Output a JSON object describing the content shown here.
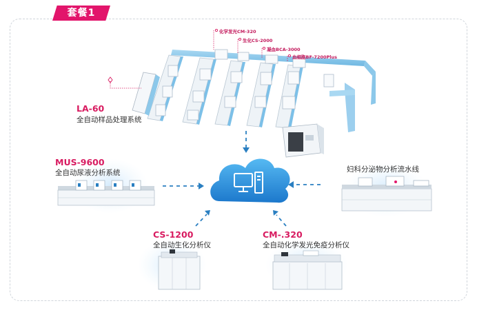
{
  "badge": {
    "label": "套餐1"
  },
  "analyzers": {
    "la60": {
      "model": "LA-60",
      "desc": "全自动样品处理系统"
    },
    "mus9600": {
      "model": "MUS-9600",
      "desc": "全自动尿液分析系统"
    },
    "gyn": {
      "desc": "妇科分泌物分析流水线"
    },
    "cs1200": {
      "model": "CS-1200",
      "desc": "全自动生化分析仪"
    },
    "cm320": {
      "model": "CM-.320",
      "desc": "全自动化学发光免疫分析仪"
    }
  },
  "callouts": [
    {
      "label": "化学发光CM-320"
    },
    {
      "label": "生化CS-2000"
    },
    {
      "label": "凝血BCA-3000"
    },
    {
      "label": "血细胞BF-7200Plus"
    }
  ],
  "colors": {
    "accent": "#e2156b",
    "arrow": "#2a7fc1",
    "cloud_top": "#4fb3f0",
    "cloud_bottom": "#1f7fd1"
  },
  "center_icon": "computer-icon"
}
